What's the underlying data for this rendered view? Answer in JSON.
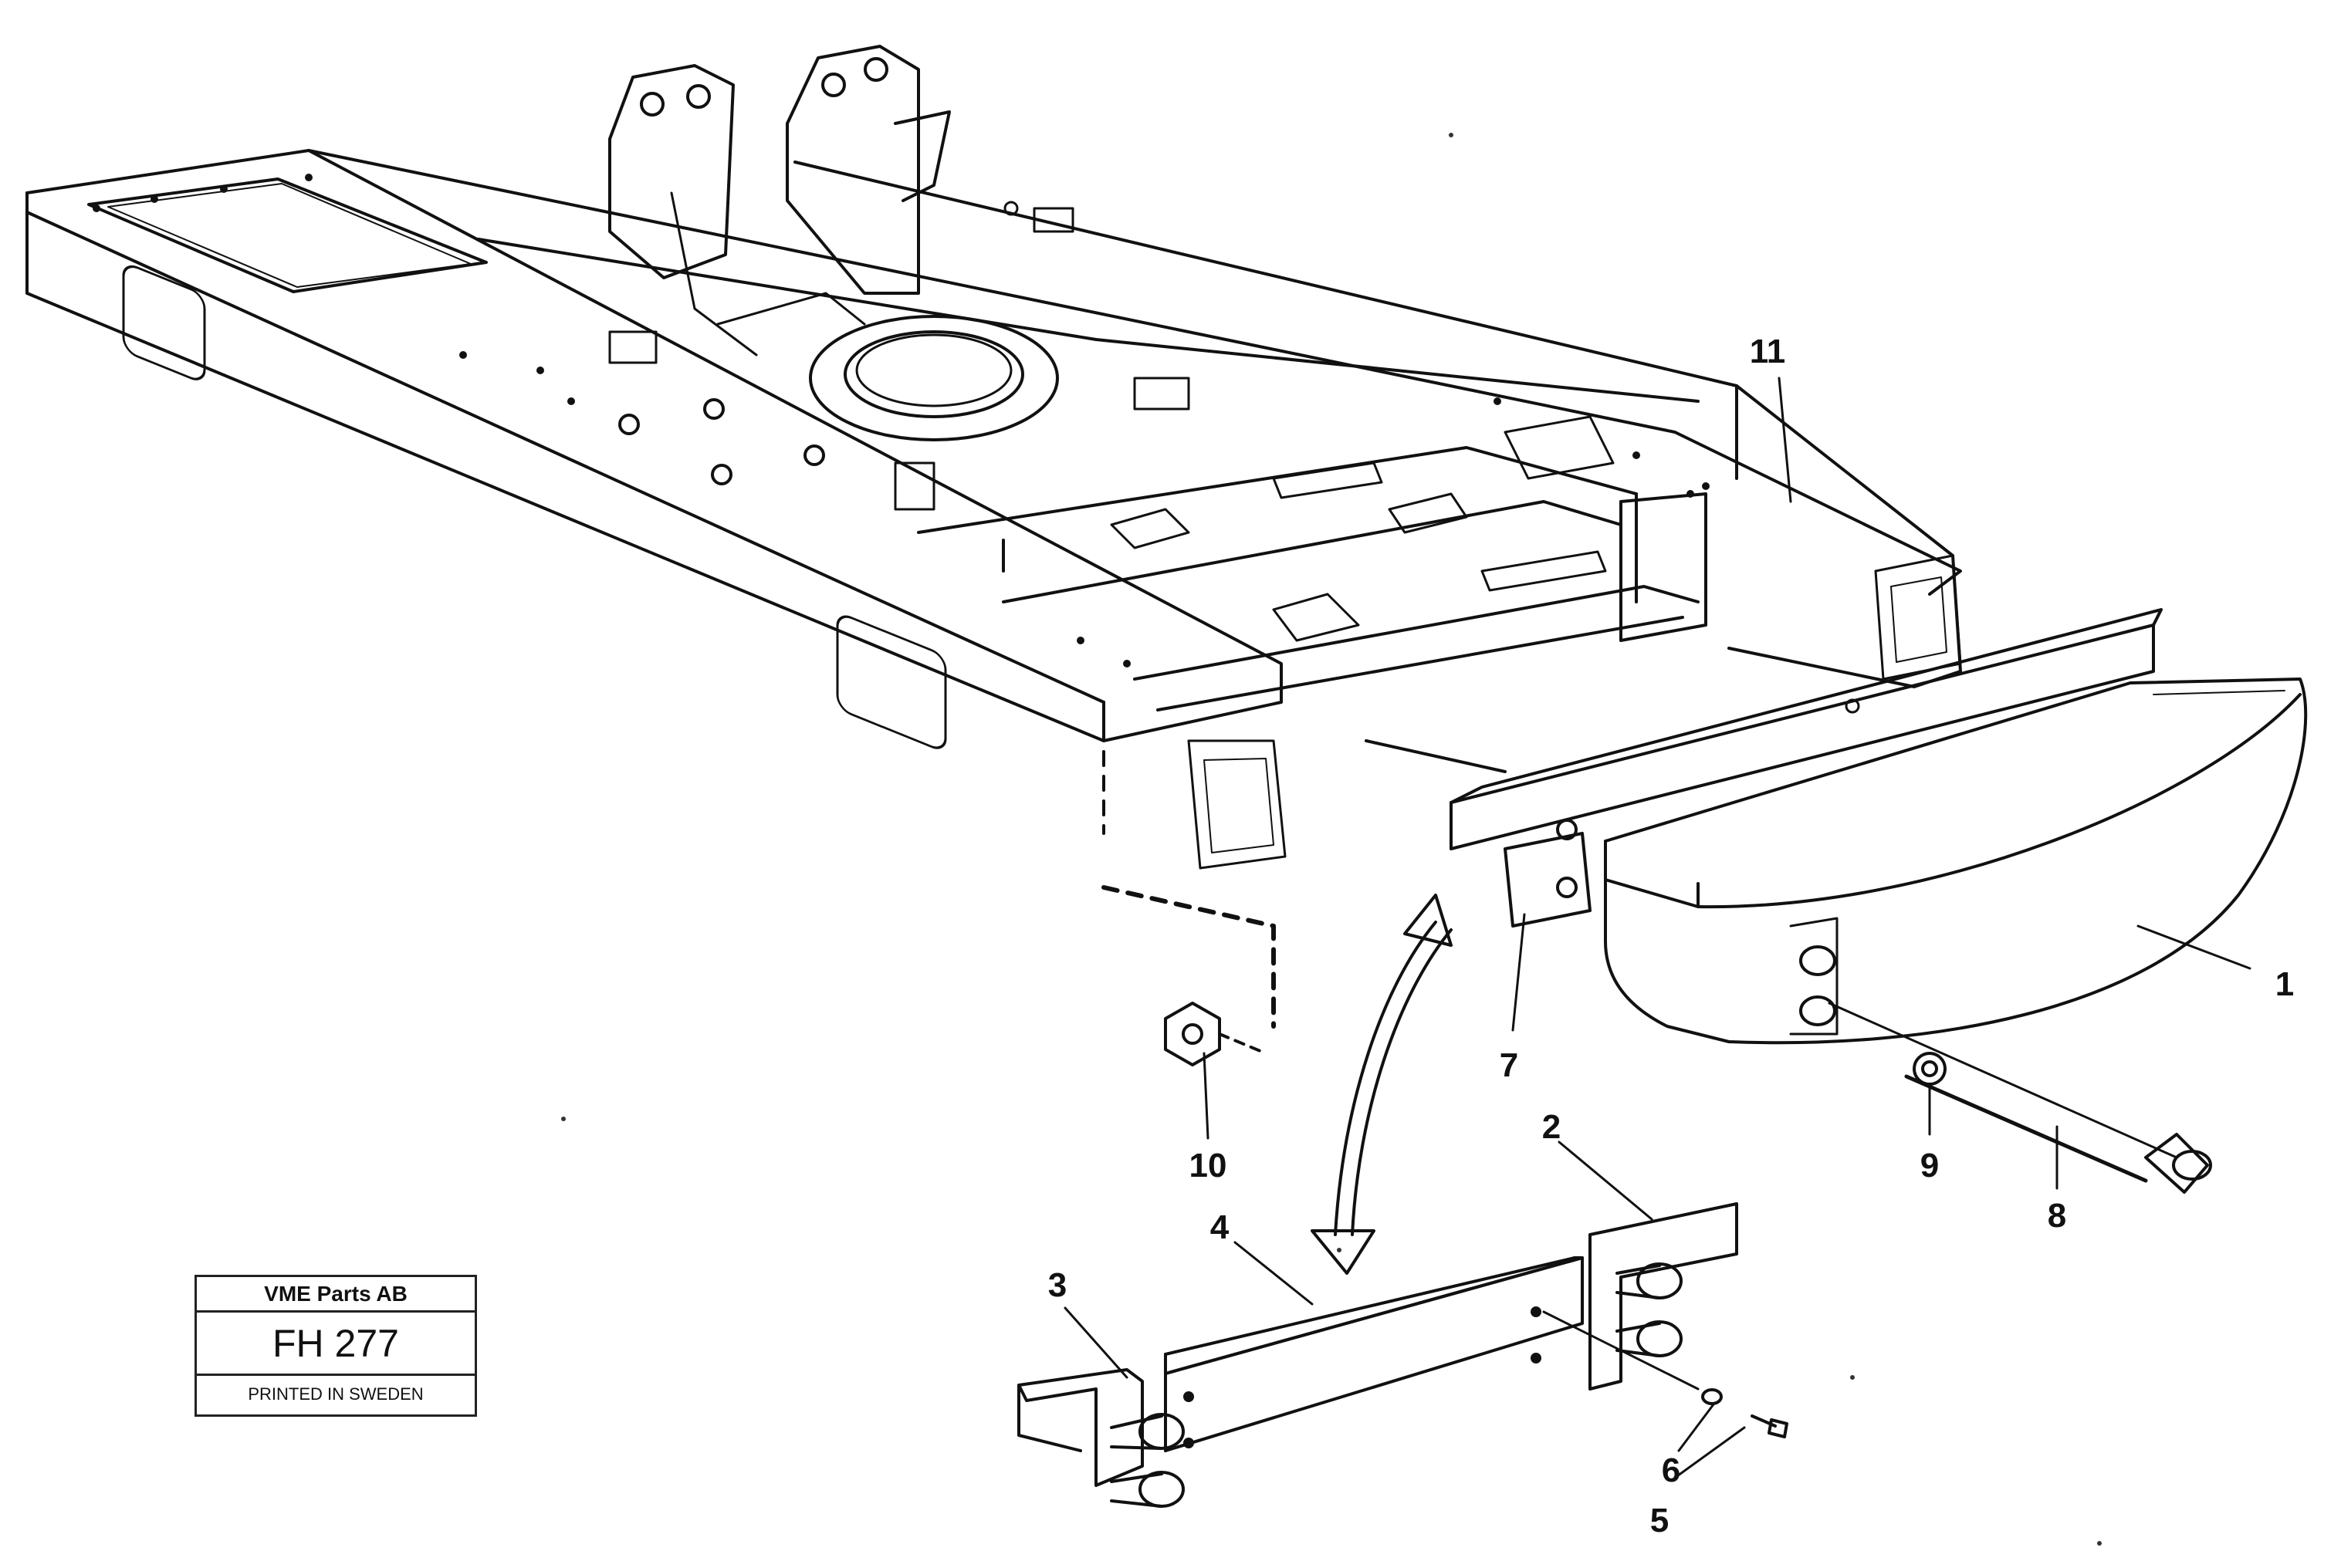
{
  "callouts": {
    "c1": "1",
    "c2": "2",
    "c3": "3",
    "c4": "4",
    "c5": "5",
    "c6": "6",
    "c7": "7",
    "c8": "8",
    "c9": "9",
    "c10": "10",
    "c11": "11"
  },
  "stamp": {
    "company": "VME Parts AB",
    "code": "FH 277",
    "printed": "PRINTED IN SWEDEN"
  }
}
